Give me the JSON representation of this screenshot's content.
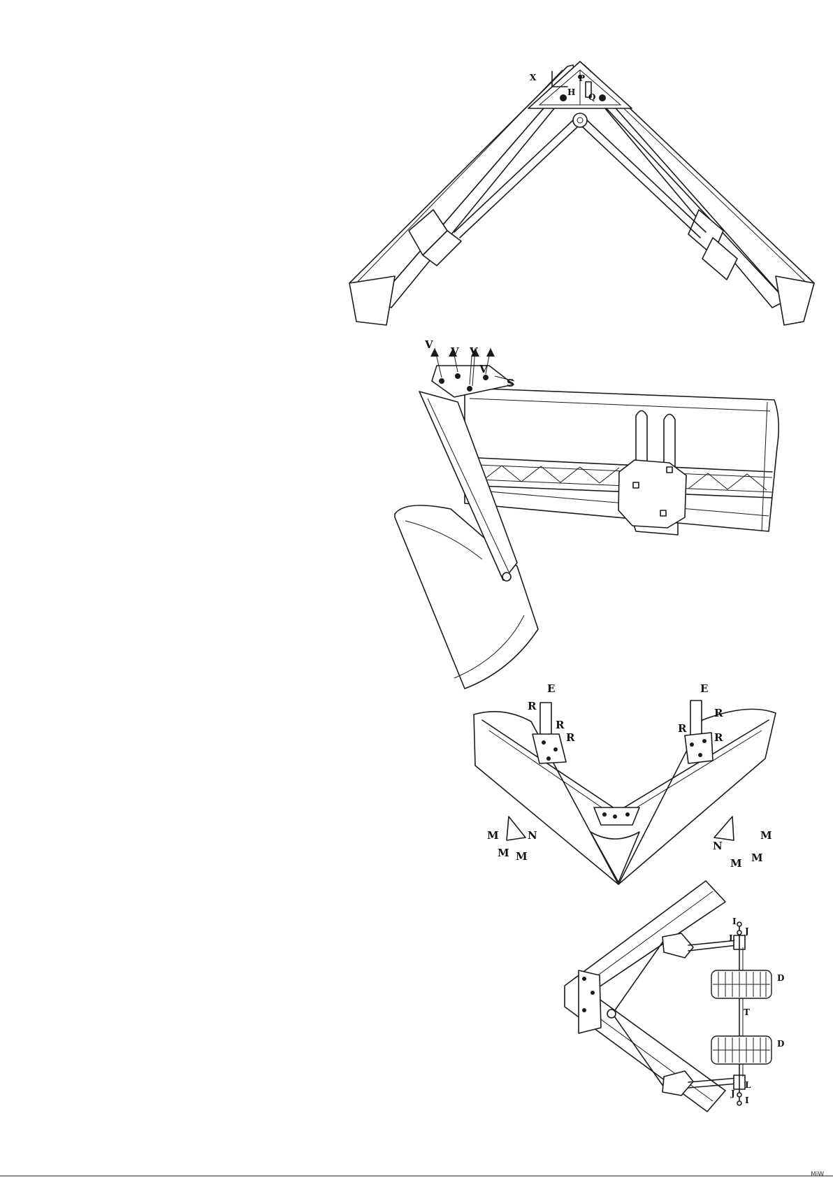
{
  "figure1": {
    "labels": {
      "x": "X",
      "p": "P",
      "h": "H",
      "q": "Q"
    }
  },
  "figure2": {
    "labels": {
      "v1": "V",
      "v2": "V",
      "v3": "V",
      "v4": "V",
      "v5": "V",
      "s": "S"
    }
  },
  "figure3": {
    "labels": {
      "e_left": "E",
      "e_right": "E",
      "r1": "R",
      "r2": "R",
      "r3": "R",
      "r4": "R",
      "r5": "R",
      "r6": "R",
      "m1": "M",
      "m2": "M",
      "m3": "M",
      "m4": "M",
      "m5": "M",
      "m6": "M",
      "n_left": "N",
      "n_right": "N"
    }
  },
  "figure4": {
    "labels": {
      "i_top": "I",
      "j_top": "J",
      "l_top": "L",
      "d_top": "D",
      "t": "T",
      "d_bottom": "D",
      "l_bottom": "L",
      "j_bottom": "J",
      "i_bottom": "I"
    }
  },
  "footer": {
    "mark": "MiW"
  }
}
